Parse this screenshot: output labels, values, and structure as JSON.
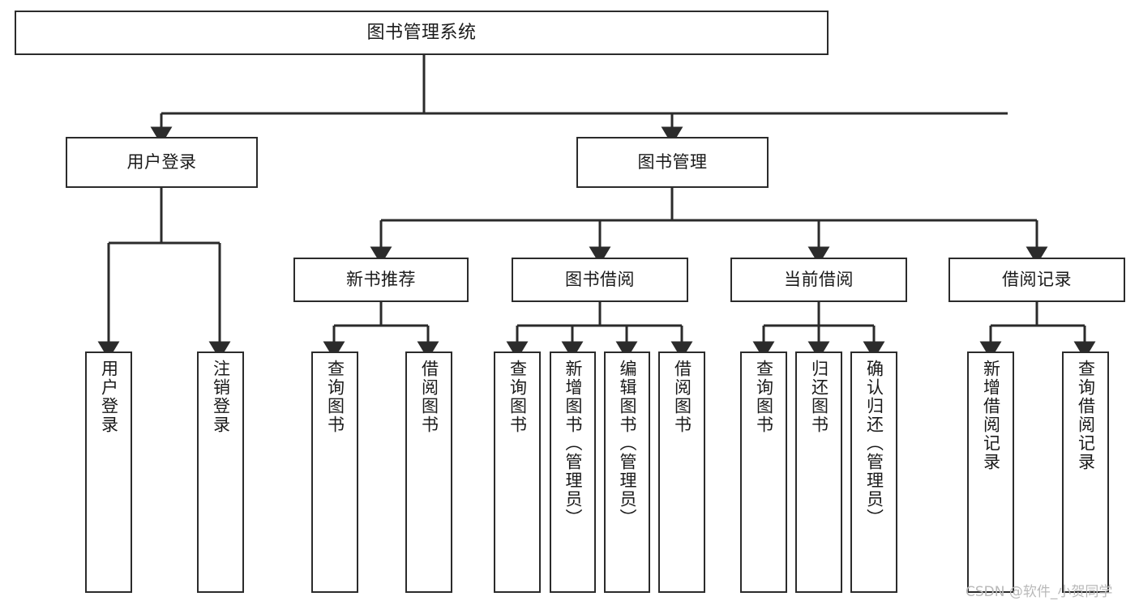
{
  "diagram": {
    "title": "图书管理系统",
    "type": "tree-hierarchy",
    "watermark": "CSDN @软件_小贺同学",
    "colors": {
      "box_border": "#2b2b2b",
      "box_fill": "#ffffff",
      "connector": "#2b2b2b",
      "text": "#1a1a1a",
      "watermark": "#b9b9b9"
    },
    "nodes": {
      "root": {
        "label": "图书管理系统"
      },
      "level2": [
        {
          "label": "用户登录"
        },
        {
          "label": "图书管理"
        }
      ],
      "level3": [
        {
          "label": "新书推荐"
        },
        {
          "label": "图书借阅"
        },
        {
          "label": "当前借阅"
        },
        {
          "label": "借阅记录"
        }
      ],
      "leaves_user_login": [
        {
          "label": "用户登录"
        },
        {
          "label": "注销登录"
        }
      ],
      "leaves_new_book": [
        {
          "label": "查询图书"
        },
        {
          "label": "借阅图书"
        }
      ],
      "leaves_borrow": [
        {
          "label": "查询图书"
        },
        {
          "label": "新增图书（管理员）"
        },
        {
          "label": "编辑图书（管理员）"
        },
        {
          "label": "借阅图书"
        }
      ],
      "leaves_current": [
        {
          "label": "查询图书"
        },
        {
          "label": "归还图书"
        },
        {
          "label": "确认归还（管理员）"
        }
      ],
      "leaves_record": [
        {
          "label": "新增借阅记录"
        },
        {
          "label": "查询借阅记录"
        }
      ]
    }
  }
}
